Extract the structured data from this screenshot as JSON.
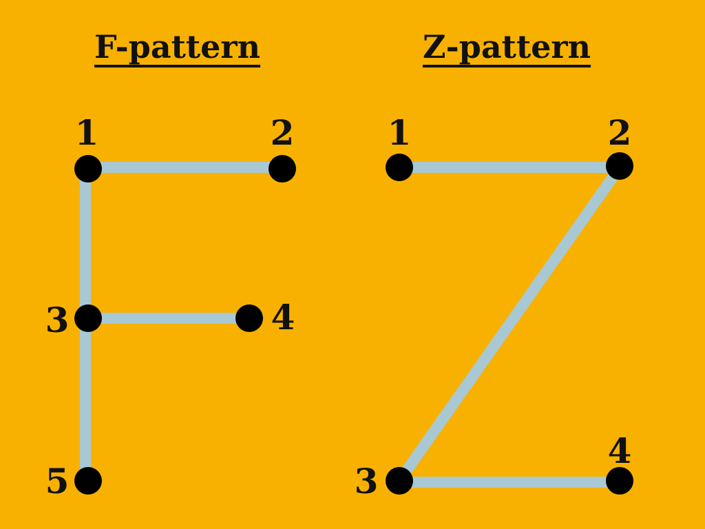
{
  "colors": {
    "background": "#F8B100",
    "line": "#A8C8D4",
    "dot": "#000000",
    "text": "#111111"
  },
  "f_pattern": {
    "title": "F-pattern",
    "labels": [
      "1",
      "2",
      "3",
      "4",
      "5"
    ]
  },
  "z_pattern": {
    "title": "Z-pattern",
    "labels": [
      "1",
      "2",
      "3",
      "4"
    ]
  }
}
